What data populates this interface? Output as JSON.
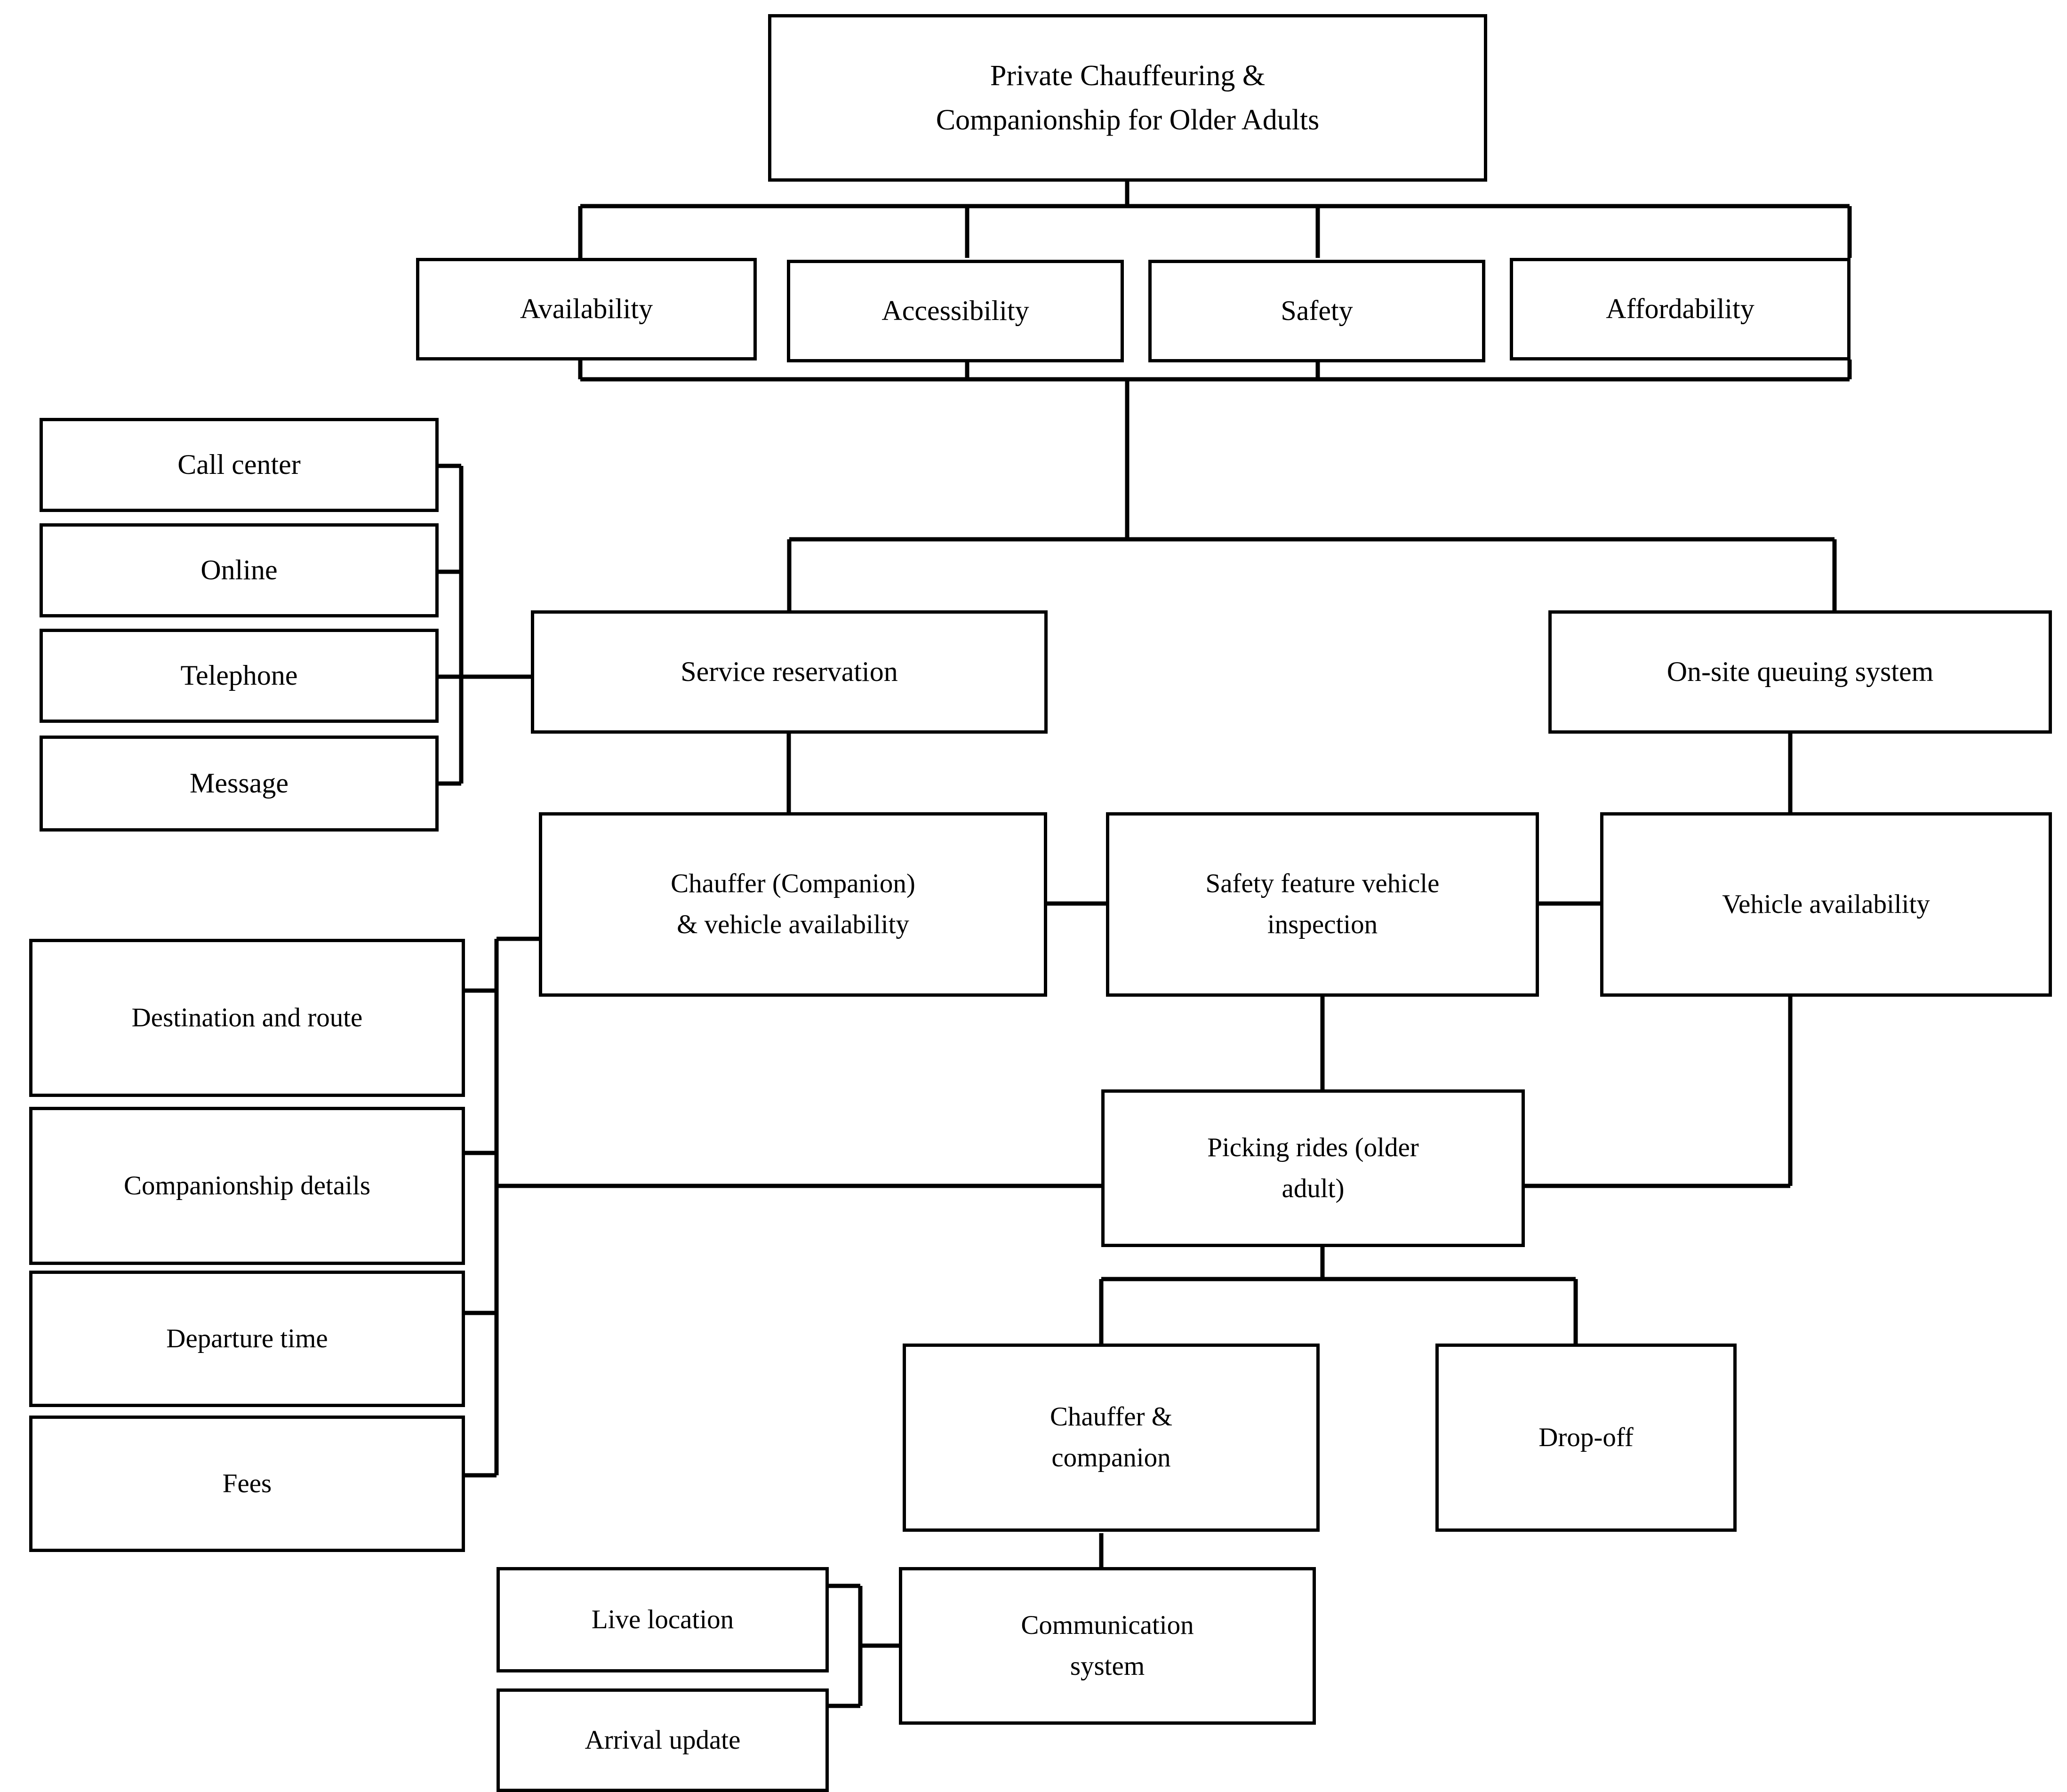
{
  "diagram": {
    "type": "flowchart",
    "title": "Private Chauffeuring & Companionship for Older Adults",
    "root": {
      "label": "Private Chauffeuring &\nCompanionship for Older Adults"
    },
    "criteria": [
      {
        "label": "Availability"
      },
      {
        "label": "Accessibility"
      },
      {
        "label": "Safety"
      },
      {
        "label": "Affordability"
      }
    ],
    "booking_channels": [
      {
        "label": "Call center"
      },
      {
        "label": "Online"
      },
      {
        "label": "Telephone"
      },
      {
        "label": "Message"
      }
    ],
    "entry_points": [
      {
        "label": "Service reservation"
      },
      {
        "label": "On-site queuing system"
      }
    ],
    "resource_checks": [
      {
        "label": "Chauffer (Companion)\n& vehicle availability"
      },
      {
        "label": "Safety feature vehicle\ninspection"
      },
      {
        "label": "Vehicle availability"
      }
    ],
    "ride_details": [
      {
        "label": "Destination and route"
      },
      {
        "label": "Companionship details"
      },
      {
        "label": "Departure time"
      },
      {
        "label": "Fees"
      }
    ],
    "pickup": {
      "label": "Picking rides (older\nadult)"
    },
    "ride_outcomes": [
      {
        "label": "Chauffer &\ncompanion"
      },
      {
        "label": "Drop-off"
      }
    ],
    "communication": {
      "label": "Communication\nsystem"
    },
    "tracking_feeds": [
      {
        "label": "Live location"
      },
      {
        "label": "Arrival update"
      }
    ],
    "colors": {
      "stroke": "#000000",
      "fill": "#ffffff",
      "text": "#000000"
    }
  }
}
